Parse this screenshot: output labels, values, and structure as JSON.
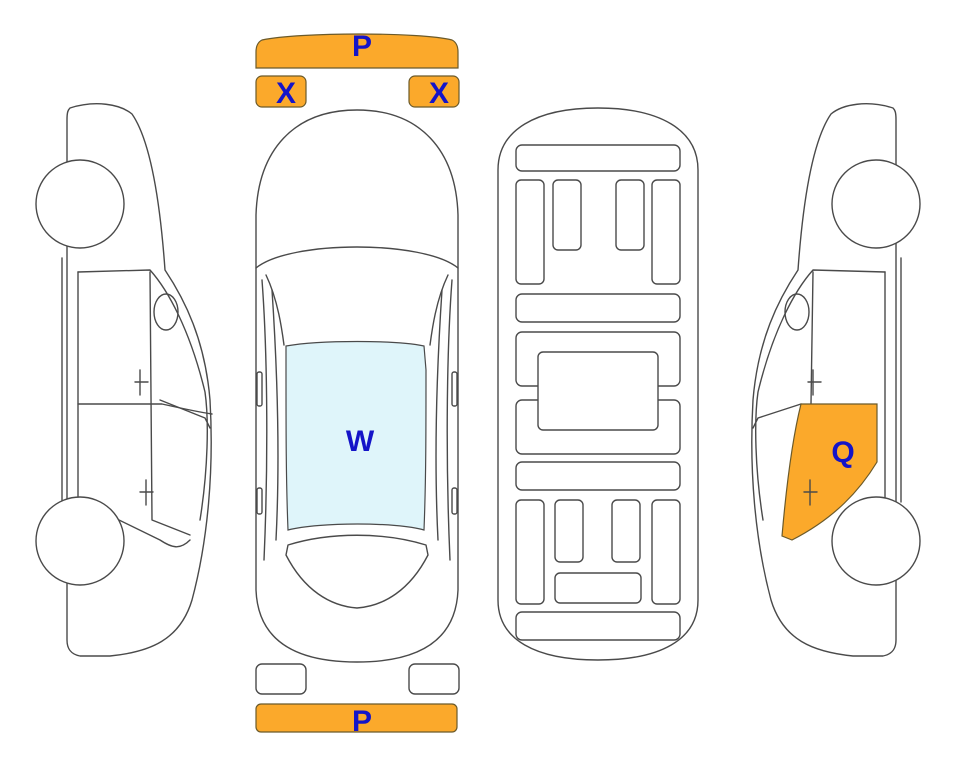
{
  "colors": {
    "damage": "#FBA92B",
    "glass": "#DFF5FA",
    "label": "#1414C8",
    "outline": "#4a4a4a"
  },
  "marks": {
    "front_bumper": "P",
    "headlight_left": "X",
    "headlight_right": "X",
    "windshield": "W",
    "right_rear_door": "Q",
    "rear_bumper": "P"
  }
}
